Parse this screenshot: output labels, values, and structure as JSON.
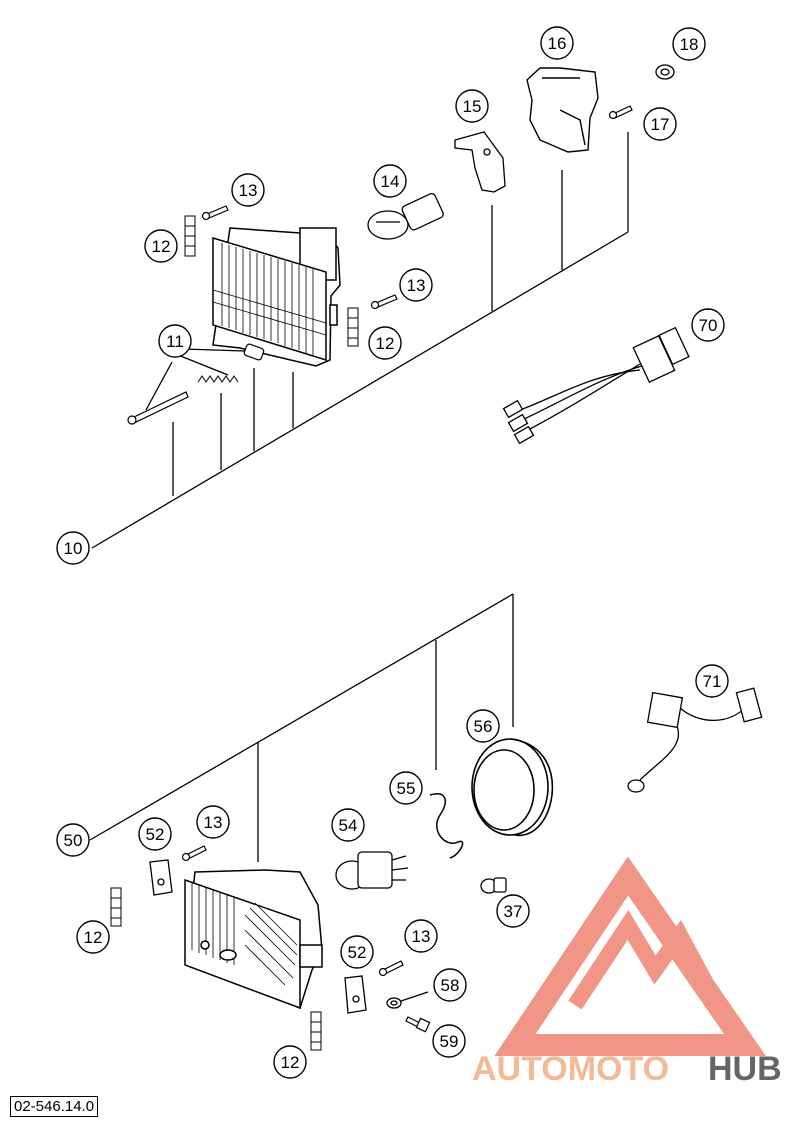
{
  "diagram": {
    "callouts": [
      {
        "id": "c10",
        "label": "10"
      },
      {
        "id": "c11",
        "label": "11"
      },
      {
        "id": "c12a",
        "label": "12"
      },
      {
        "id": "c12b",
        "label": "12"
      },
      {
        "id": "c13a",
        "label": "13"
      },
      {
        "id": "c13b",
        "label": "13"
      },
      {
        "id": "c14",
        "label": "14"
      },
      {
        "id": "c15",
        "label": "15"
      },
      {
        "id": "c16",
        "label": "16"
      },
      {
        "id": "c17",
        "label": "17"
      },
      {
        "id": "c18",
        "label": "18"
      },
      {
        "id": "c70",
        "label": "70"
      },
      {
        "id": "c50",
        "label": "50"
      },
      {
        "id": "c52a",
        "label": "52"
      },
      {
        "id": "c13c",
        "label": "13"
      },
      {
        "id": "c54",
        "label": "54"
      },
      {
        "id": "c55",
        "label": "55"
      },
      {
        "id": "c56",
        "label": "56"
      },
      {
        "id": "c71",
        "label": "71"
      },
      {
        "id": "c37",
        "label": "37"
      },
      {
        "id": "c12c",
        "label": "12"
      },
      {
        "id": "c52b",
        "label": "52"
      },
      {
        "id": "c13d",
        "label": "13"
      },
      {
        "id": "c58",
        "label": "58"
      },
      {
        "id": "c59",
        "label": "59"
      },
      {
        "id": "c12d",
        "label": "12"
      }
    ],
    "drawing_code": "02-546.14.0"
  },
  "watermark": {
    "part1": "AUTOMOTO",
    "part2": "HUB",
    "color_primary": "#f08a7a",
    "color_secondary": "#f2b48a",
    "color_hub": "#555555"
  }
}
